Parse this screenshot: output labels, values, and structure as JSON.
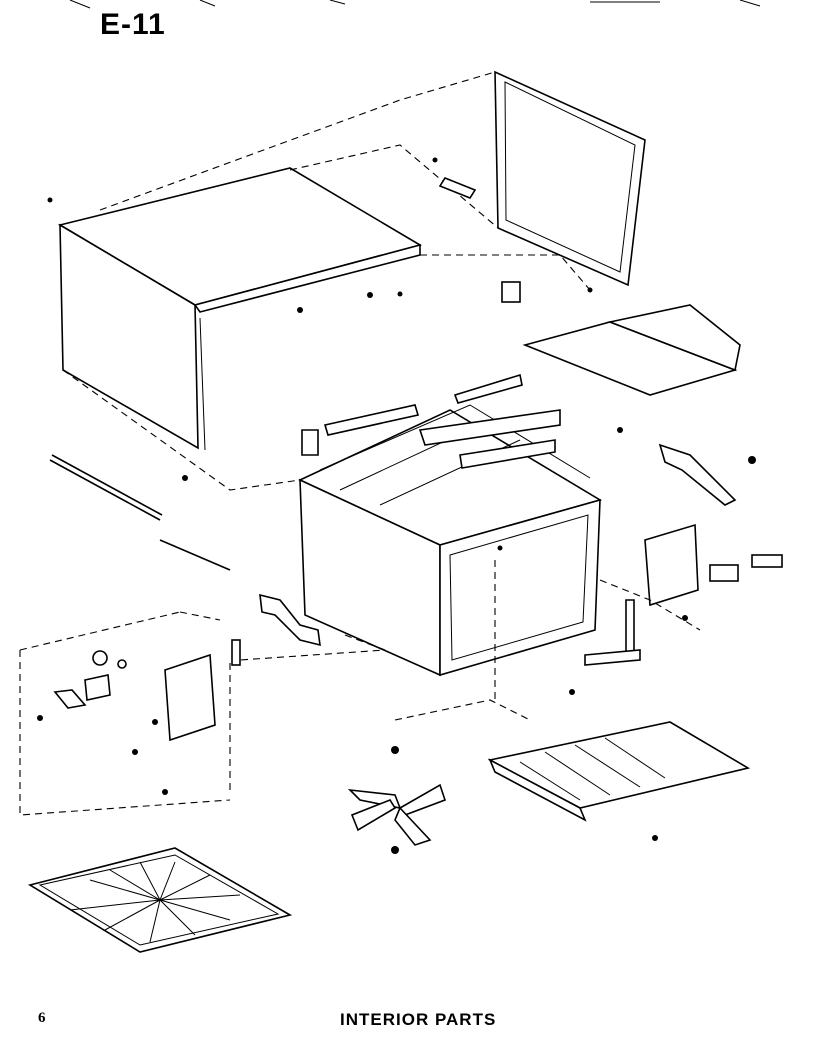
{
  "header": {
    "title": "E-11"
  },
  "footer": {
    "page_number": "6",
    "caption": "INTERIOR PARTS"
  },
  "callouts": []
}
